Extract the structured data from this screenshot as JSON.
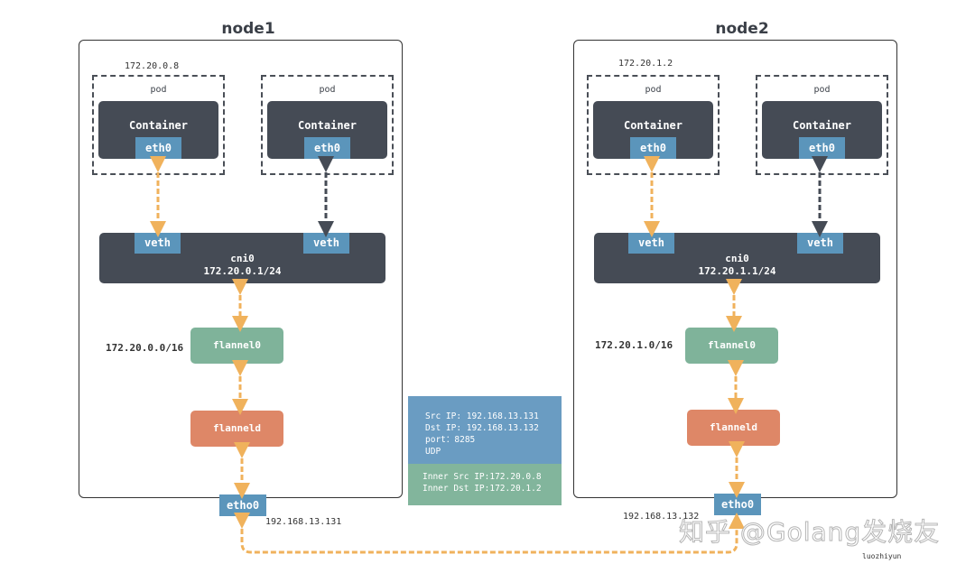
{
  "colors": {
    "dark_box": "#454b55",
    "interface_blue": "#5b95bb",
    "flannel0_green": "#7fb39a",
    "flanneld_orange": "#de8767",
    "link_orange": "#f0b25c",
    "link_dark": "#454b55",
    "packet_outer": "#6a9cc2",
    "packet_inner": "#82b59c"
  },
  "nodes": [
    {
      "title": "node1",
      "pod_ip": "172.20.0.8",
      "pods": [
        {
          "label": "pod",
          "container": "Container",
          "eth": "eth0",
          "veth": "veth"
        },
        {
          "label": "pod",
          "container": "Container",
          "eth": "eth0",
          "veth": "veth"
        }
      ],
      "cni": {
        "name": "cni0",
        "cidr": "172.20.0.1/24"
      },
      "flannel0": {
        "name": "flannel0",
        "cidr": "172.20.0.0/16"
      },
      "flanneld": "flanneld",
      "eth": "etho0",
      "host_ip": "192.168.13.131"
    },
    {
      "title": "node2",
      "pod_ip": "172.20.1.2",
      "pods": [
        {
          "label": "pod",
          "container": "Container",
          "eth": "eth0",
          "veth": "veth"
        },
        {
          "label": "pod",
          "container": "Container",
          "eth": "eth0",
          "veth": "veth"
        }
      ],
      "cni": {
        "name": "cni0",
        "cidr": "172.20.1.1/24"
      },
      "flannel0": {
        "name": "flannel0",
        "cidr": "172.20.1.0/16"
      },
      "flanneld": "flanneld",
      "eth": "etho0",
      "host_ip": "192.168.13.132"
    }
  ],
  "packet": {
    "outer": [
      "Src IP: 192.168.13.131",
      "Dst IP: 192.168.13.132",
      "port：8285",
      "UDP"
    ],
    "inner": [
      "Inner Src IP:172.20.0.8",
      "Inner Dst IP:172.20.1.2"
    ]
  },
  "watermark": "知乎 @Golang发烧友",
  "signature": "luozhiyun"
}
